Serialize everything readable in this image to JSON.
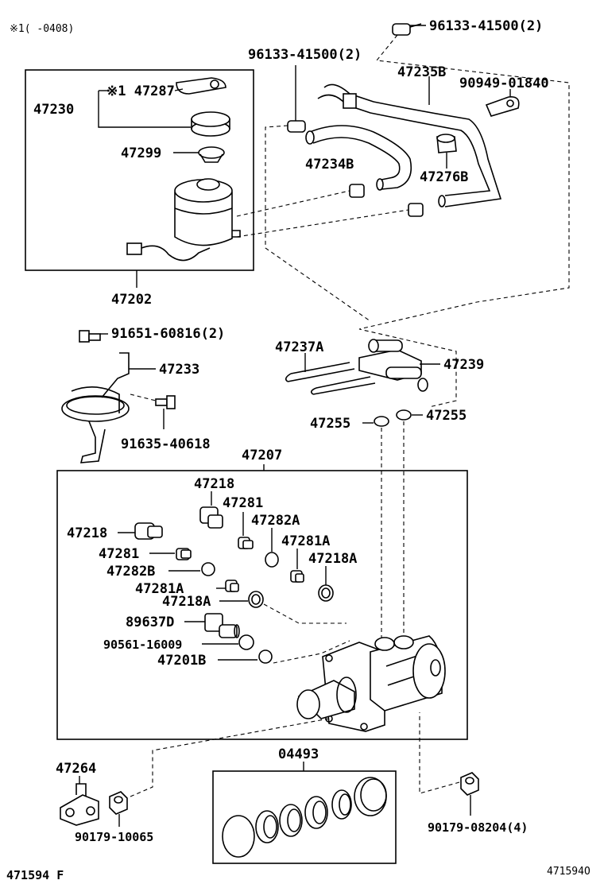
{
  "header": {
    "footnote": "※1(    -0408)"
  },
  "labels": {
    "p96133_top": "96133-41500(2)",
    "p96133_mid": "96133-41500(2)",
    "p47235B": "47235B",
    "p90949": "90949-01840",
    "p47230": "47230",
    "p47287": "※1 47287",
    "p47299": "47299",
    "p47234B": "47234B",
    "p47276B": "47276B",
    "p47202": "47202",
    "p91651": "91651-60816(2)",
    "p47233": "47233",
    "p47237A": "47237A",
    "p47239": "47239",
    "p91635": "91635-40618",
    "p47255_left": "47255",
    "p47255_right": "47255",
    "p47207": "47207",
    "p47218_top": "47218",
    "p47281_top": "47281",
    "p47218_left": "47218",
    "p47282A": "47282A",
    "p47281A_right": "47281A",
    "p47281_left": "47281",
    "p47218A_right": "47218A",
    "p47282B": "47282B",
    "p47281A_left": "47281A",
    "p47218A_left": "47218A",
    "p89637D": "89637D",
    "p90561": "90561-16009",
    "p47201B": "47201B",
    "p04493": "04493",
    "p47264": "47264",
    "p90179_left": "90179-10065",
    "p90179_right": "90179-08204(4)"
  },
  "footer": {
    "left_code": "471594 F",
    "right_code": "471594O"
  },
  "colors": {
    "line": "#000000",
    "background": "#ffffff"
  }
}
